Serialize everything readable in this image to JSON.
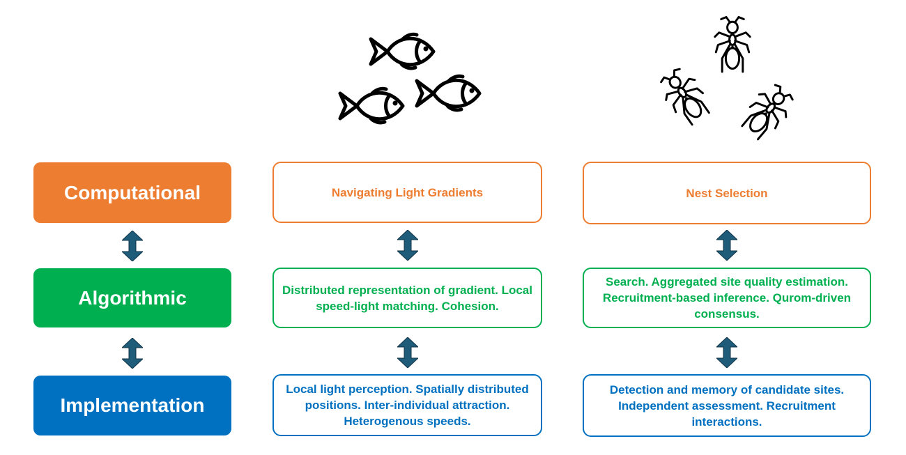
{
  "colors": {
    "computational": "#ED7D31",
    "algorithmic": "#00B050",
    "implementation": "#0070C0",
    "arrow": "#1F5C7A"
  },
  "levels": {
    "computational": "Computational",
    "algorithmic": "Algorithmic",
    "implementation": "Implementation"
  },
  "fish_column": {
    "icon": "fish-school-icon",
    "computational": "Navigating Light Gradients",
    "algorithmic": "Distributed representation of gradient. Local speed-light matching. Cohesion.",
    "implementation": "Local light perception. Spatially distributed positions. Inter-individual attraction. Heterogenous speeds."
  },
  "ant_column": {
    "icon": "ant-colony-icon",
    "computational": "Nest Selection",
    "algorithmic": "Search. Aggregated site quality estimation. Recruitment-based inference. Qurom-driven consensus.",
    "implementation": "Detection and memory of candidate sites. Independent assessment. Recruitment interactions."
  }
}
